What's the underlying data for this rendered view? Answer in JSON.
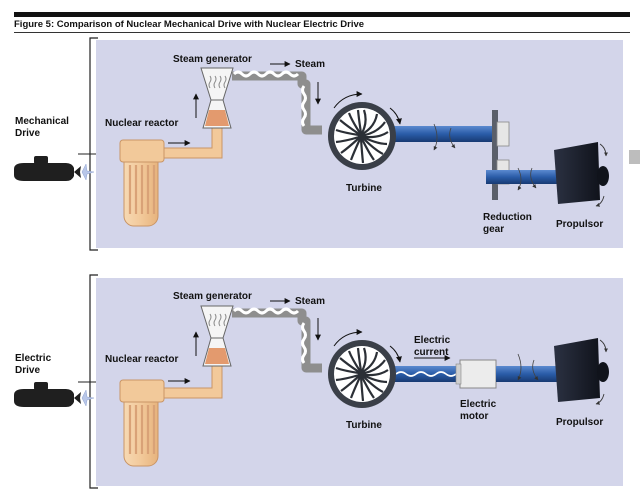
{
  "figure_title": "Figure 5: Comparison of Nuclear Mechanical Drive with Nuclear Electric Drive",
  "mechanical": {
    "side_label_line1": "Mechanical",
    "side_label_line2": "Drive",
    "steam_generator": "Steam generator",
    "steam": "Steam",
    "nuclear_reactor": "Nuclear reactor",
    "turbine": "Turbine",
    "reduction_gear_line1": "Reduction",
    "reduction_gear_line2": "gear",
    "propulsor": "Propulsor"
  },
  "electric": {
    "side_label_line1": "Electric",
    "side_label_line2": "Drive",
    "steam_generator": "Steam generator",
    "steam": "Steam",
    "nuclear_reactor": "Nuclear reactor",
    "turbine": "Turbine",
    "electric_current_line1": "Electric",
    "electric_current_line2": "current",
    "electric_motor_line1": "Electric",
    "electric_motor_line2": "motor",
    "propulsor": "Propulsor"
  },
  "colors": {
    "panel": "#d3d5ea",
    "shaft": "#2a5ca8",
    "reactor": "#f2c99a",
    "reactor_core": "#e39a6e",
    "pipe": "#8e8e8e",
    "turbine": "#3a3f48",
    "propulsor": "#1e2230"
  }
}
